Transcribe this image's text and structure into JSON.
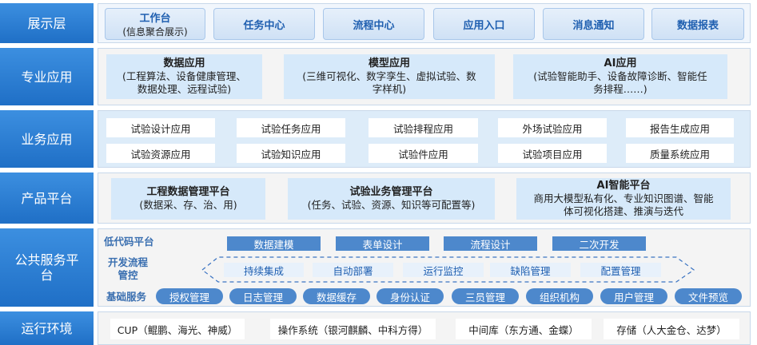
{
  "presentation": {
    "label": "展示层",
    "items": [
      {
        "label": "工作台",
        "sub": "(信息聚合展示)"
      },
      {
        "label": "任务中心"
      },
      {
        "label": "流程中心"
      },
      {
        "label": "应用入口"
      },
      {
        "label": "消息通知"
      },
      {
        "label": "数据报表"
      }
    ]
  },
  "professional": {
    "label": "专业应用",
    "items": [
      {
        "title": "数据应用",
        "desc1": "(工程算法、设备健康管理、",
        "desc2": "数据处理、远程试验)"
      },
      {
        "title": "模型应用",
        "desc1": "(三维可视化、数字孪生、虚拟试验、数",
        "desc2": "字样机)"
      },
      {
        "title": "AI应用",
        "desc1": "(试验智能助手、设备故障诊断、智能任",
        "desc2": "务排程……)"
      }
    ]
  },
  "business": {
    "label": "业务应用",
    "row1": [
      "试验设计应用",
      "试验任务应用",
      "试验排程应用",
      "外场试验应用",
      "报告生成应用"
    ],
    "row2": [
      "试验资源应用",
      "试验知识应用",
      "试验件应用",
      "试验项目应用",
      "质量系统应用"
    ]
  },
  "product": {
    "label": "产品平台",
    "items": [
      {
        "title": "工程数据管理平台",
        "desc1": "(数据采、存、治、用)",
        "desc2": ""
      },
      {
        "title": "试验业务管理平台",
        "desc1": "(任务、试验、资源、知识等可配置等)",
        "desc2": ""
      },
      {
        "title": "AI智能平台",
        "desc1": "商用大模型私有化、专业知识图谱、智能",
        "desc2": "体可视化搭建、推演与迭代"
      }
    ]
  },
  "public": {
    "label_line1": "公共服务平",
    "label_line2": "台",
    "lowcode": {
      "label": "低代码平台",
      "items": [
        "数据建模",
        "表单设计",
        "流程设计",
        "二次开发"
      ]
    },
    "devops": {
      "label_line1": "开发流程",
      "label_line2": "管控",
      "items": [
        "持续集成",
        "自动部署",
        "运行监控",
        "缺陷管理",
        "配置管理"
      ]
    },
    "base": {
      "label": "基础服务",
      "items": [
        "授权管理",
        "日志管理",
        "数据缓存",
        "身份认证",
        "三员管理",
        "组织机构",
        "用户管理",
        "文件预览"
      ]
    }
  },
  "runtime": {
    "label": "运行环境",
    "items": [
      "CUP（鲲鹏、海光、神威）",
      "操作系统（银河麒麟、中科方得）",
      "中间库（东方通、金蝶）",
      "存储（人大金仓、达梦）"
    ]
  }
}
